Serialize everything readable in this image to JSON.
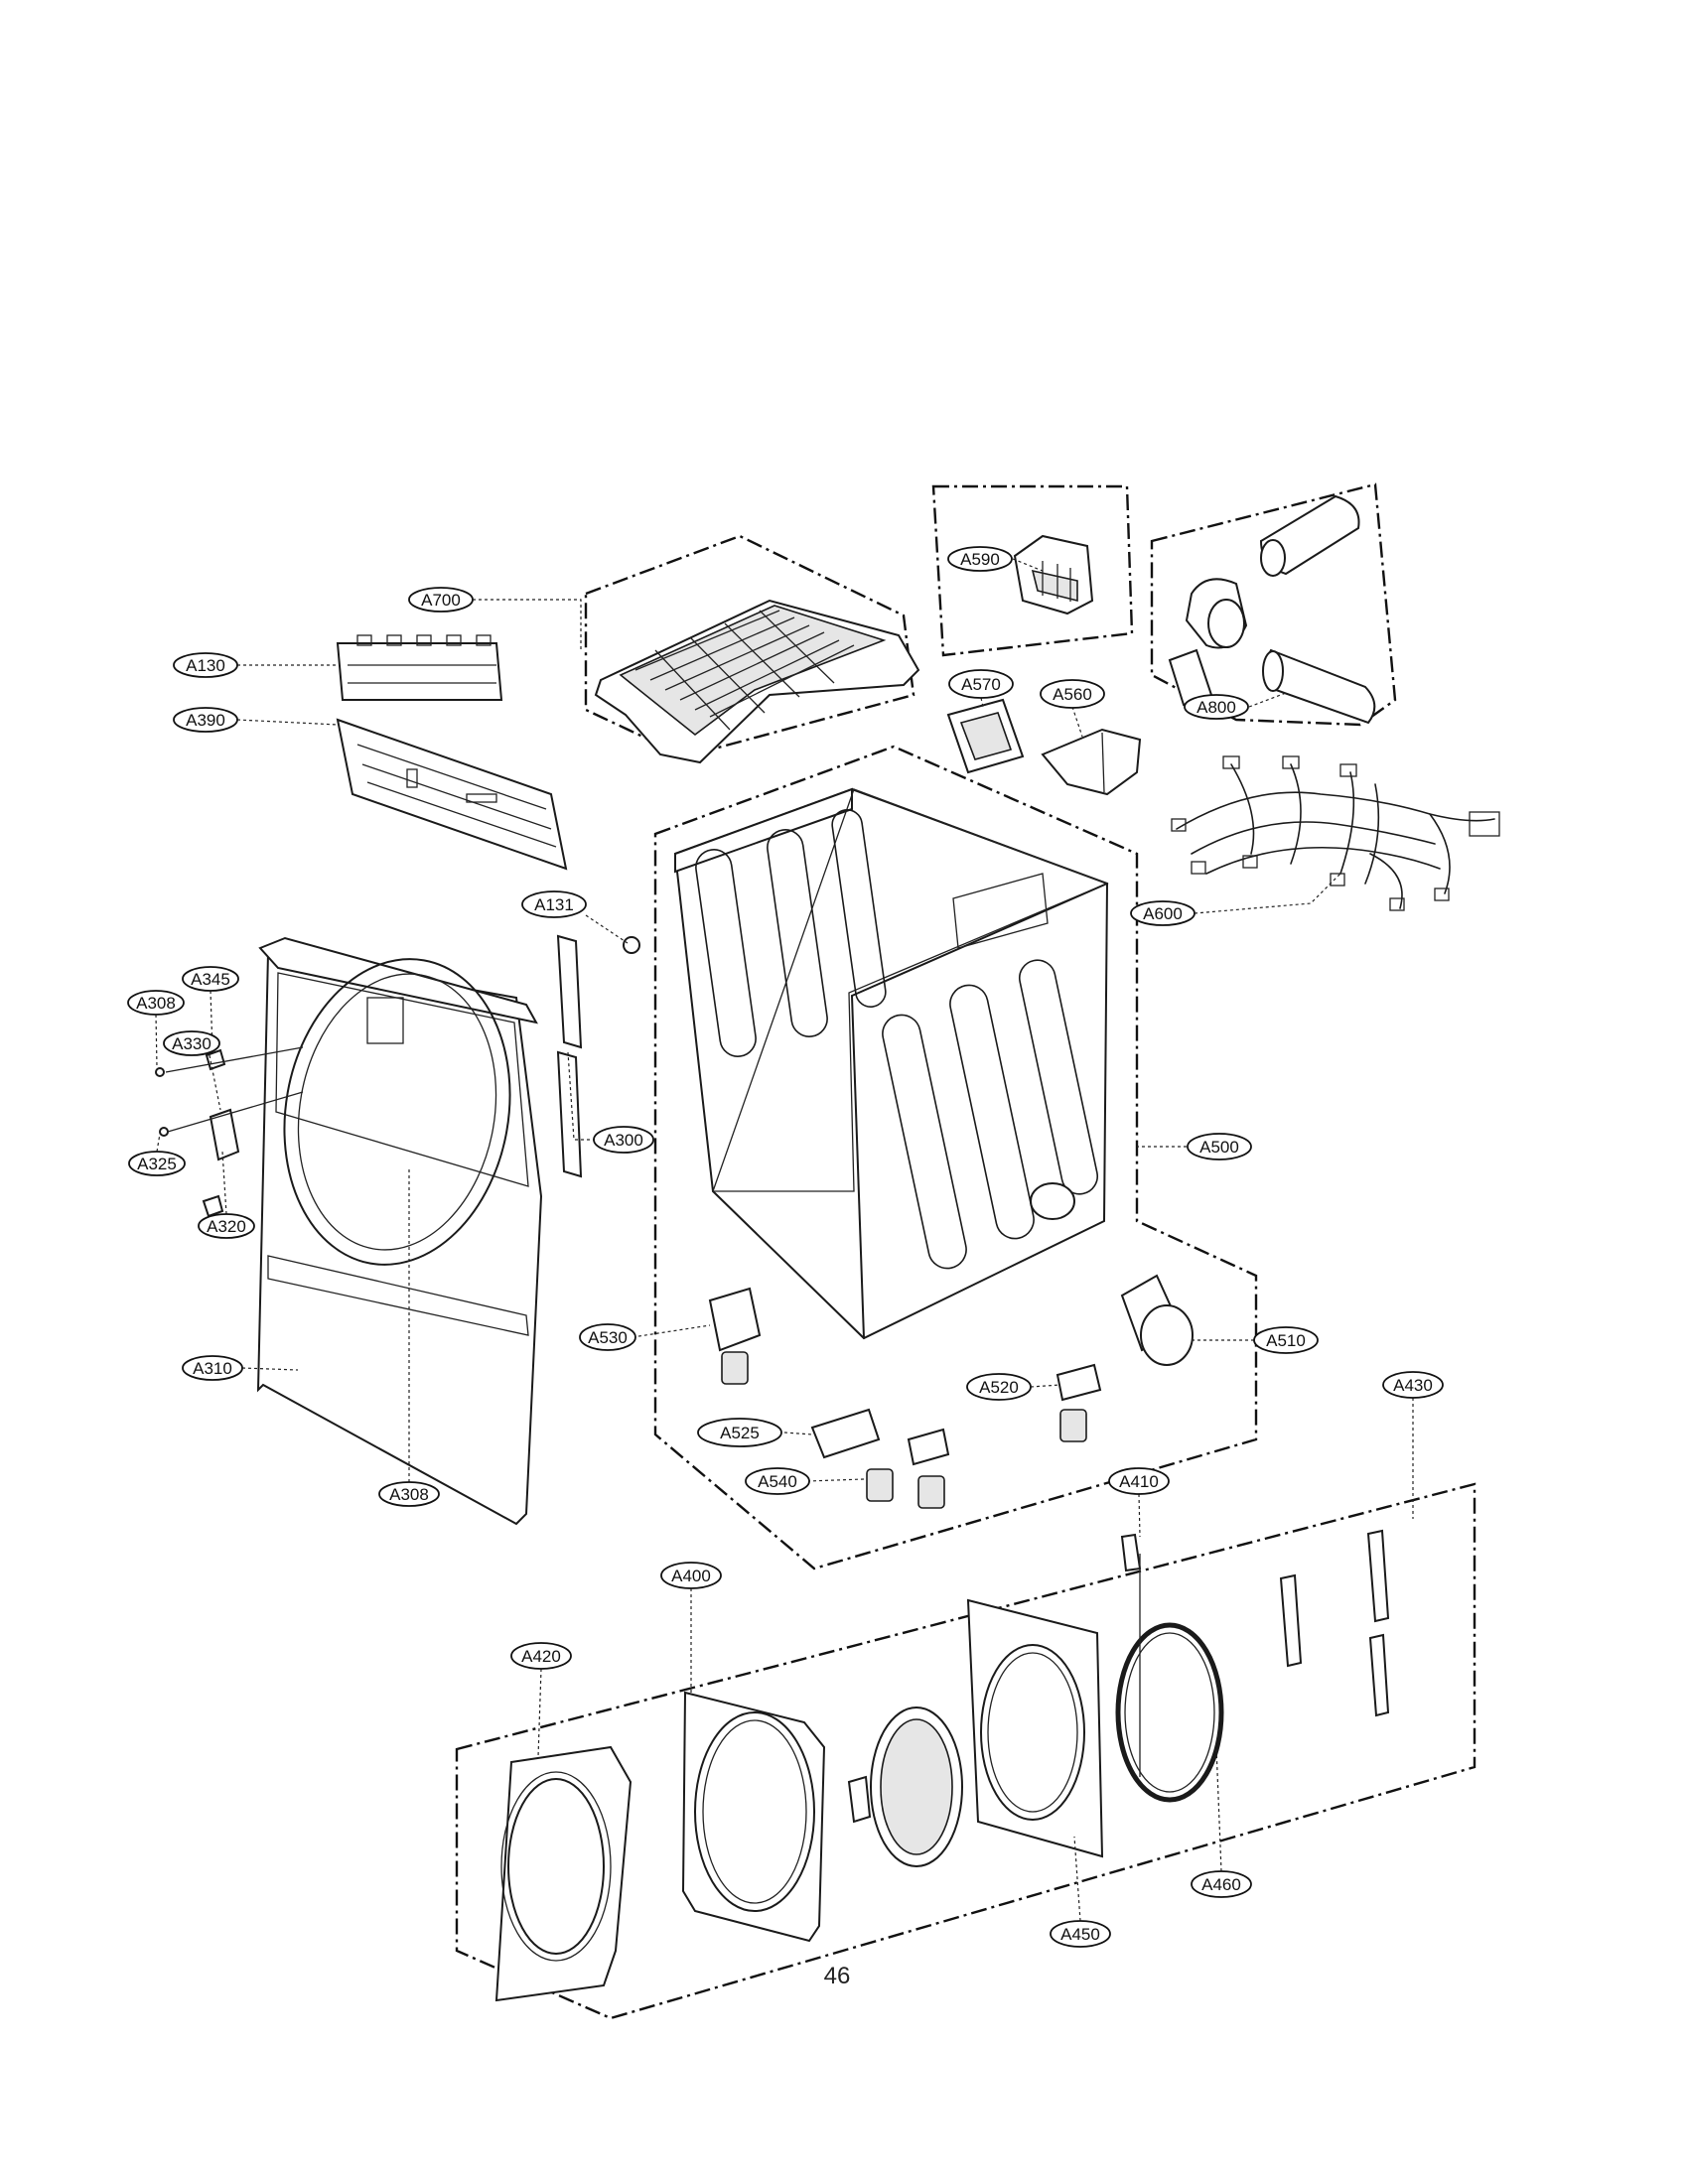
{
  "labels": {
    "A700": "A700",
    "A590": "A590",
    "A800": "A800",
    "A570": "A570",
    "A560": "A560",
    "A130": "A130",
    "A390": "A390",
    "A600": "A600",
    "A131": "A131",
    "A345": "A345",
    "A308_top": "A308",
    "A330": "A330",
    "A300": "A300",
    "A325": "A325",
    "A320": "A320",
    "A500": "A500",
    "A310": "A310",
    "A530": "A530",
    "A510": "A510",
    "A430": "A430",
    "A520": "A520",
    "A525": "A525",
    "A308_bottom": "A308",
    "A540": "A540",
    "A410": "A410",
    "A400": "A400",
    "A420": "A420",
    "A460": "A460",
    "A450": "A450"
  },
  "page_number": "46"
}
